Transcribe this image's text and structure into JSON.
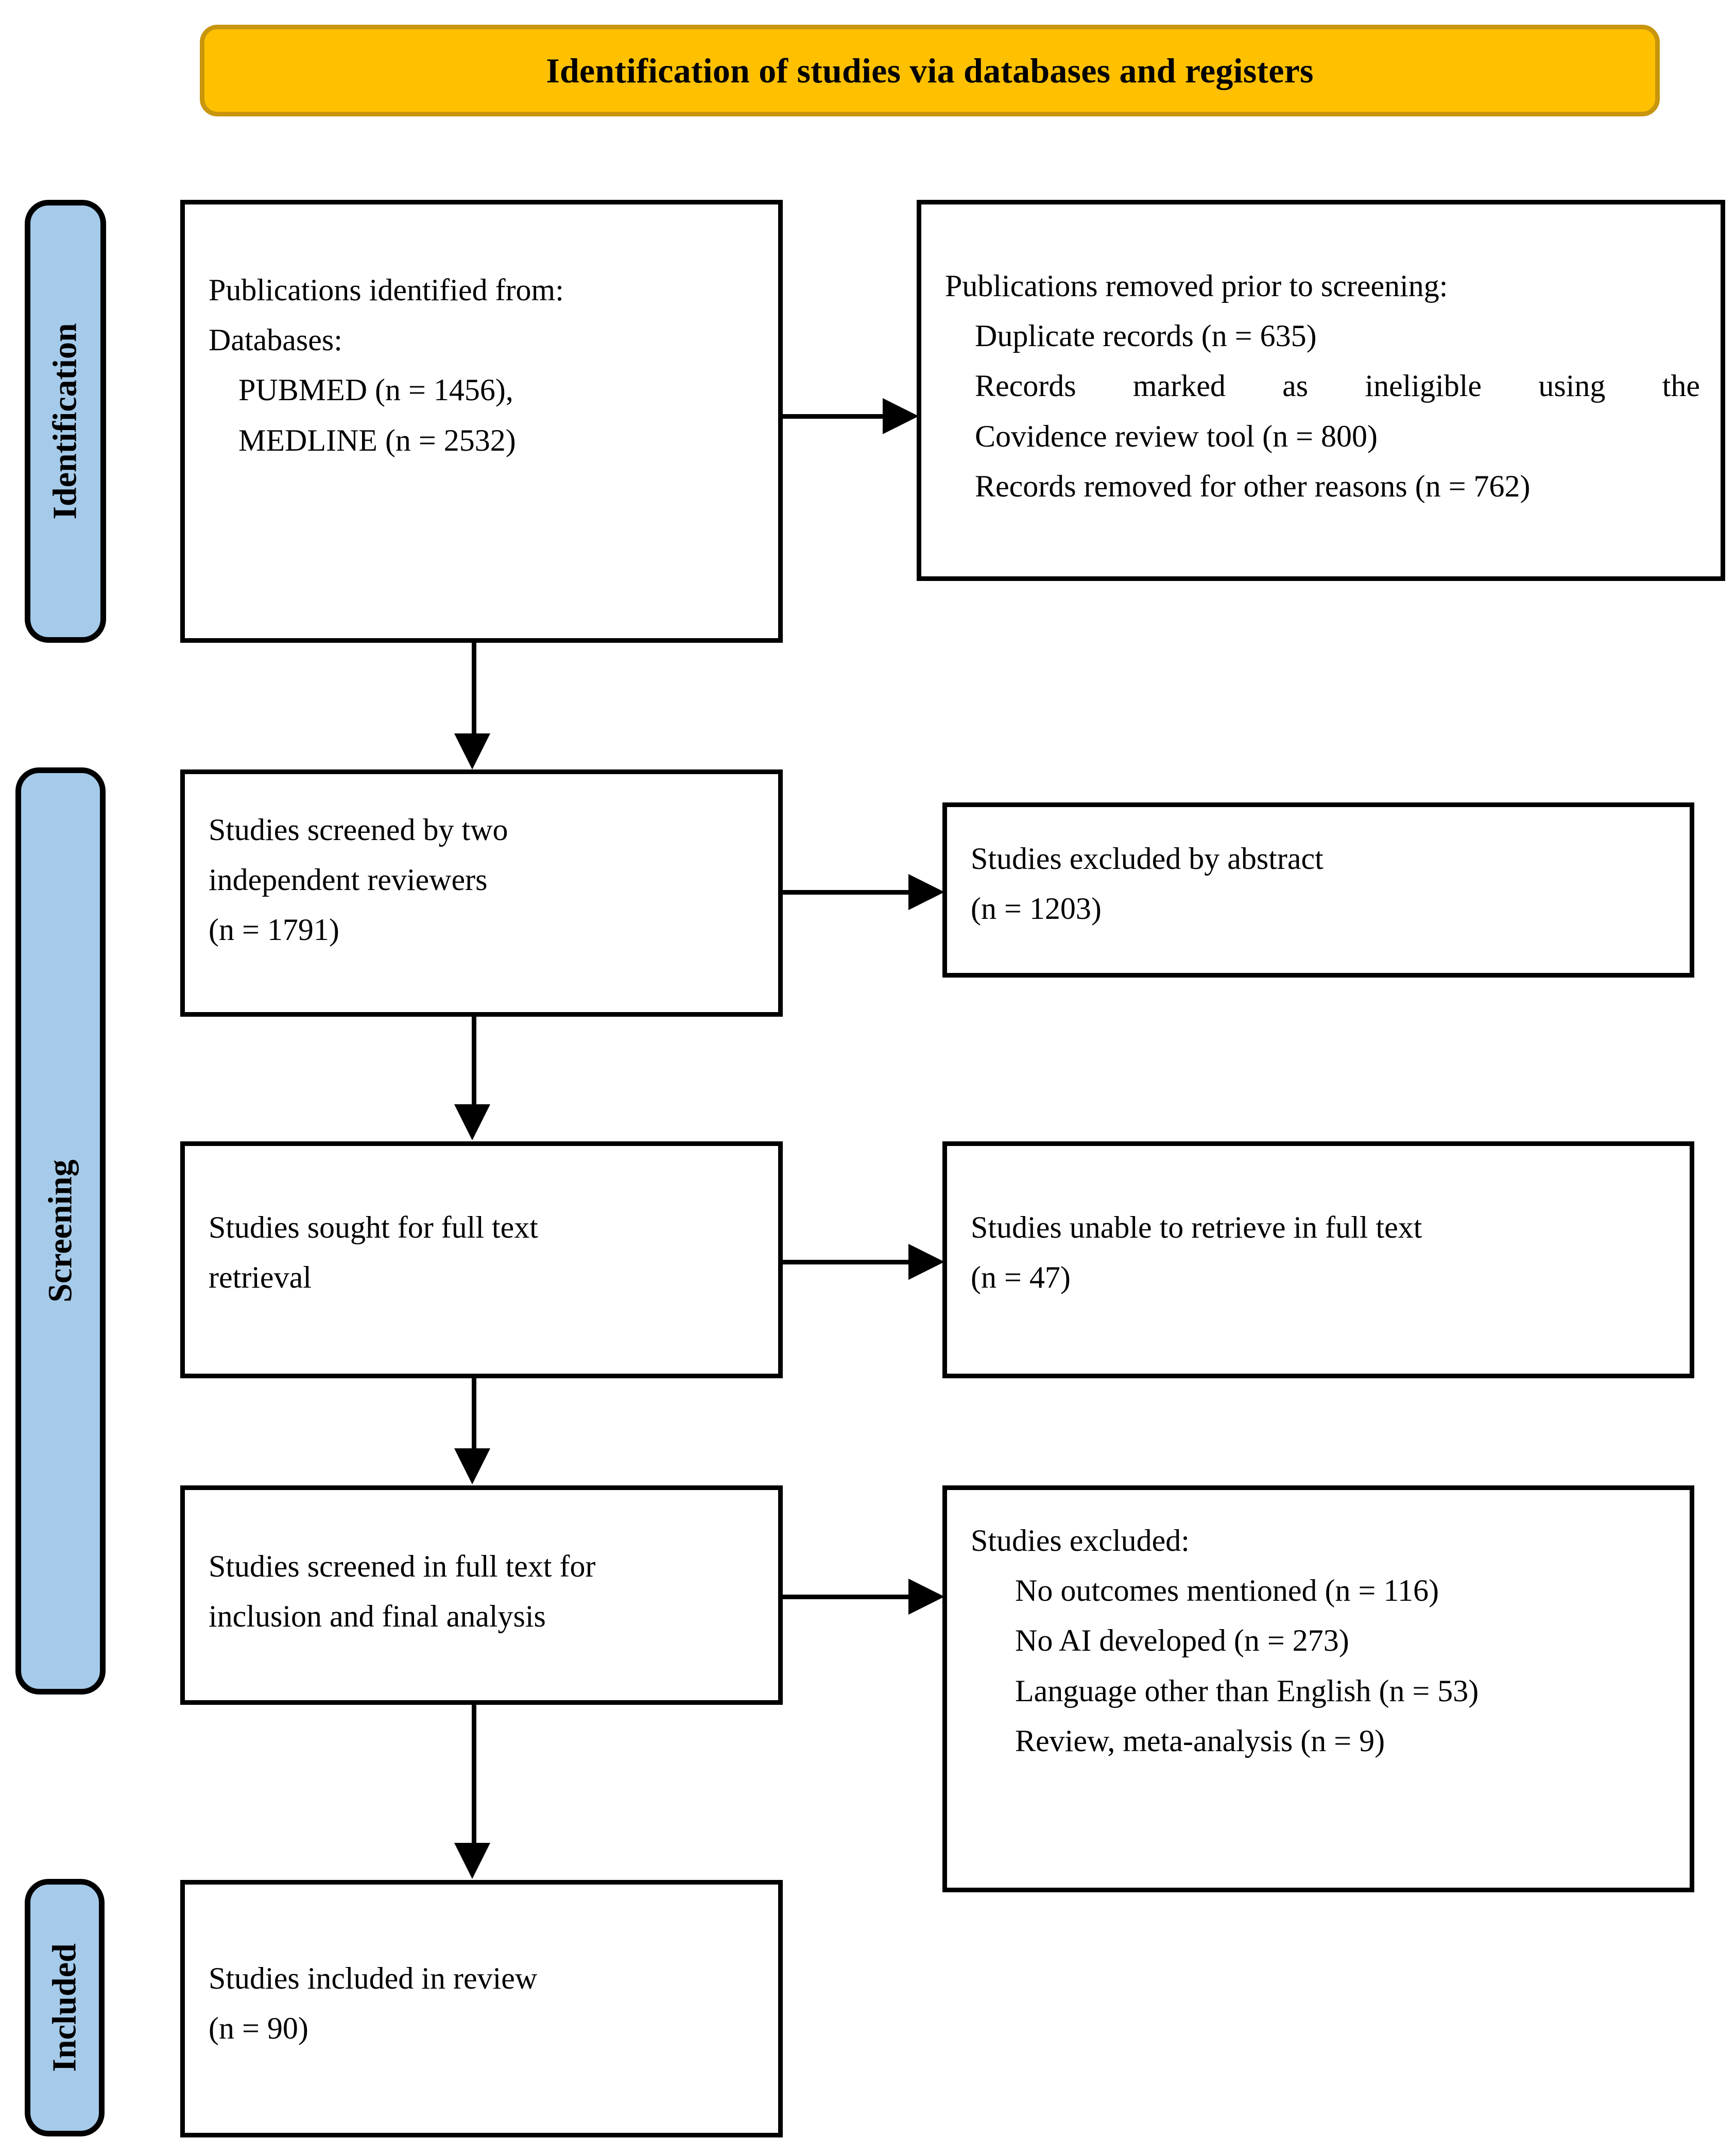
{
  "header": {
    "title": "Identification of studies via databases and registers",
    "fill_color": "#FFC000",
    "border_color": "#C8960C"
  },
  "stage_labels": {
    "identification": "Identification",
    "screening": "Screening",
    "included": "Included",
    "pill_color": "#A6CBEA"
  },
  "chart_data": {
    "type": "diagram",
    "diagram_kind": "prisma-flow",
    "title": "Identification of studies via databases and registers",
    "nodes": [
      {
        "id": "identified",
        "stage": "Identification",
        "column": "left",
        "lines": [
          "Publications identified from:",
          "Databases:",
          "PUBMED (n = 1456),",
          "MEDLINE (n = 2532)"
        ]
      },
      {
        "id": "removed",
        "stage": "Identification",
        "column": "right",
        "lines": [
          "Publications removed prior to screening:",
          "Duplicate records (n = 635)",
          "Records marked as ineligible using the Covidence review tool (n = 800)",
          "Records removed for other reasons (n = 762)"
        ]
      },
      {
        "id": "screened",
        "stage": "Screening",
        "column": "left",
        "lines": [
          "Studies screened by two",
          "independent reviewers",
          "(n = 1791)"
        ]
      },
      {
        "id": "excluded-abstract",
        "stage": "Screening",
        "column": "right",
        "lines": [
          "Studies excluded by abstract",
          "(n = 1203)"
        ]
      },
      {
        "id": "sought",
        "stage": "Screening",
        "column": "left",
        "lines": [
          "Studies sought for full text",
          "retrieval"
        ]
      },
      {
        "id": "unable",
        "stage": "Screening",
        "column": "right",
        "lines": [
          "Studies unable to retrieve in full text",
          "(n = 47)"
        ]
      },
      {
        "id": "fulltext",
        "stage": "Screening",
        "column": "left",
        "lines": [
          "Studies screened in full text for",
          "inclusion and final analysis"
        ]
      },
      {
        "id": "excluded-fulltext",
        "stage": "Screening",
        "column": "right",
        "lines": [
          "Studies excluded:",
          "No outcomes mentioned (n = 116)",
          "No AI developed (n = 273)",
          "Language other than English (n = 53)",
          "Review, meta-analysis (n = 9)"
        ]
      },
      {
        "id": "included",
        "stage": "Included",
        "column": "left",
        "lines": [
          "Studies included in review",
          "(n = 90)"
        ]
      }
    ],
    "counts": {
      "pubmed": 1456,
      "medline": 2532,
      "duplicate_records": 635,
      "ineligible_covidence": 800,
      "removed_other_reasons": 762,
      "screened": 1791,
      "excluded_by_abstract": 1203,
      "unable_to_retrieve": 47,
      "no_outcomes_mentioned": 116,
      "no_ai_developed": 273,
      "language_other_than_english": 53,
      "review_meta_analysis": 9,
      "included_in_review": 90
    }
  },
  "boxes": {
    "identified": {
      "l1": "Publications identified from:",
      "l2": "Databases:",
      "l3": "PUBMED (n = 1456),",
      "l4": "MEDLINE (n = 2532)"
    },
    "removed": {
      "l1": "Publications removed prior to screening:",
      "l2": "Duplicate records (n = 635)",
      "l3a": "Records marked as ineligible using the",
      "l3b": "Covidence review tool (n = 800)",
      "l4": "Records removed for other reasons (n = 762)"
    },
    "screened": {
      "l1": "Studies screened by two",
      "l2": "independent reviewers",
      "l3": "(n = 1791)"
    },
    "excluded_abstract": {
      "l1": "Studies excluded by abstract",
      "l2": "(n = 1203)"
    },
    "sought": {
      "l1": "Studies sought for full text",
      "l2": "retrieval"
    },
    "unable": {
      "l1": "Studies unable to retrieve in full text",
      "l2": "(n = 47)"
    },
    "fulltext": {
      "l1": "Studies screened in full text for",
      "l2": "inclusion and final analysis"
    },
    "excluded": {
      "l1": "Studies excluded:",
      "l2": "No outcomes mentioned (n = 116)",
      "l3": "No AI developed (n = 273)",
      "l4": "Language other than English (n = 53)",
      "l5": "Review, meta-analysis (n = 9)"
    },
    "included": {
      "l1": "Studies included in review",
      "l2": "(n = 90)"
    }
  }
}
